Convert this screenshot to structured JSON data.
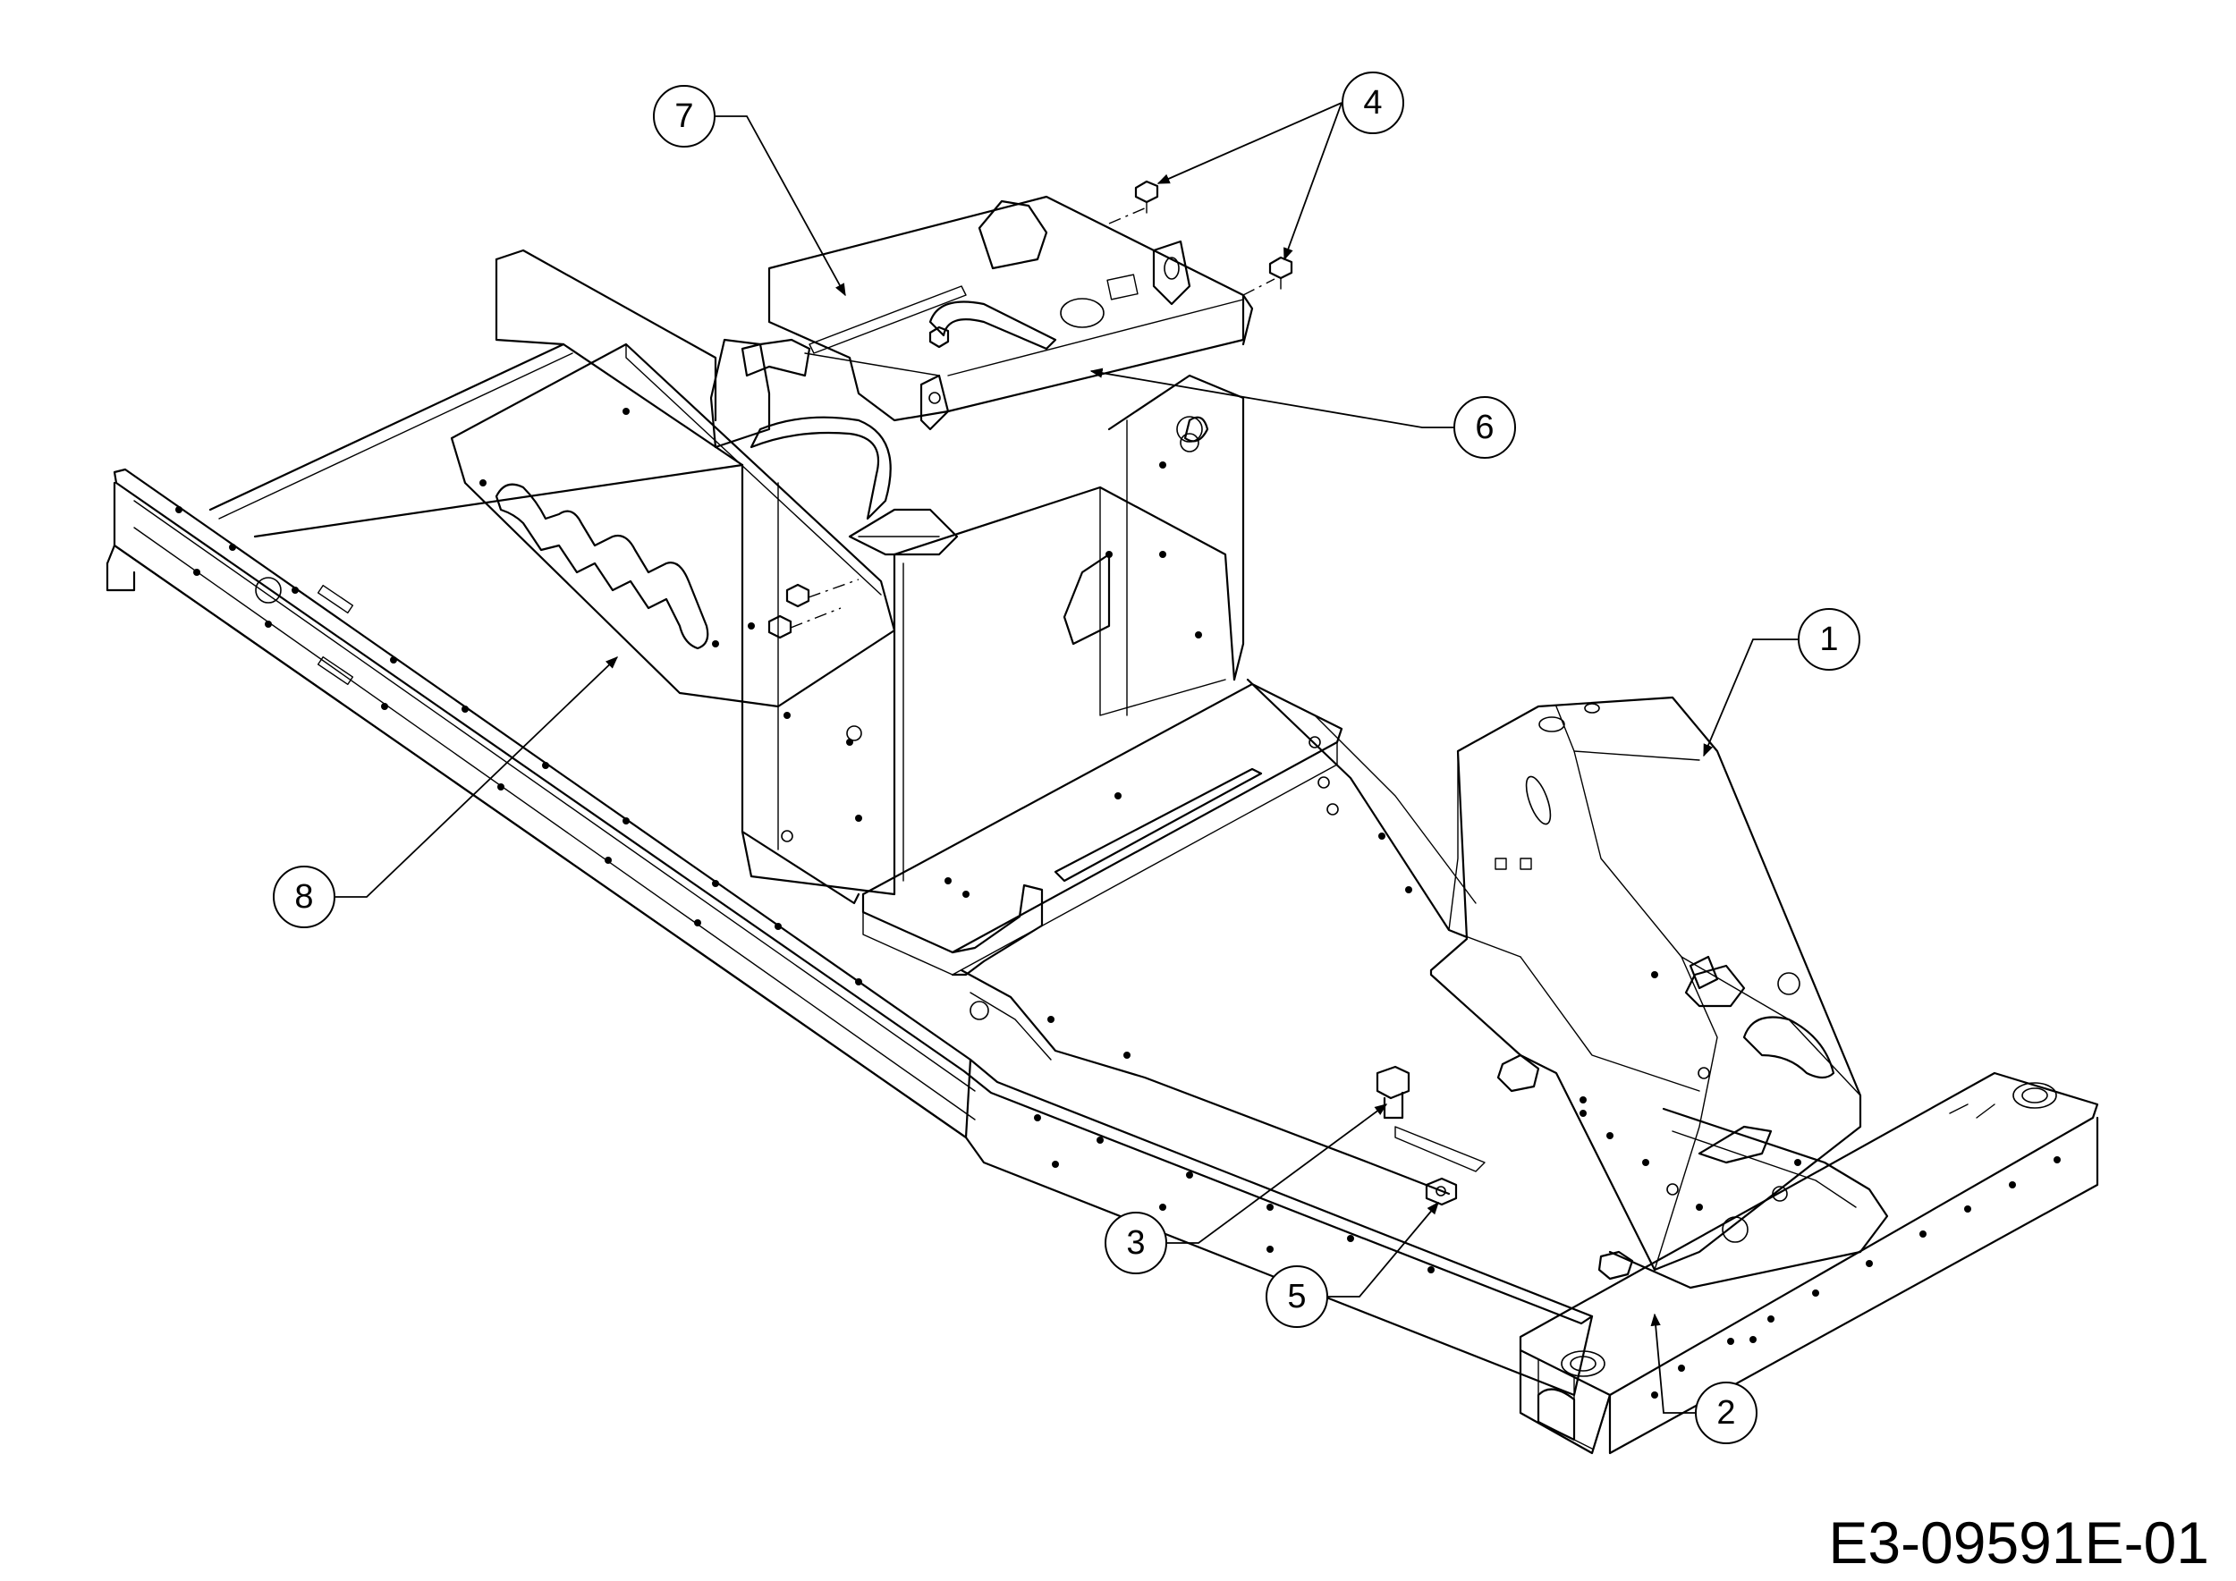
{
  "drawing_number": "E3-09591E-01",
  "callouts": [
    {
      "label": "1"
    },
    {
      "label": "2"
    },
    {
      "label": "3"
    },
    {
      "label": "4"
    },
    {
      "label": "5"
    },
    {
      "label": "6"
    },
    {
      "label": "7"
    },
    {
      "label": "8"
    }
  ]
}
